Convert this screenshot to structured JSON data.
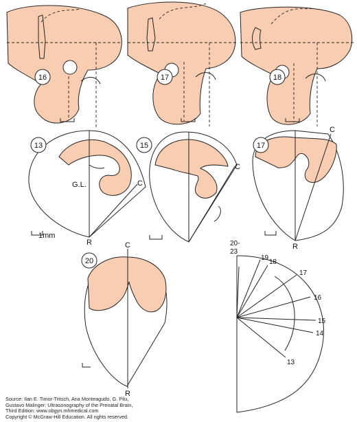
{
  "colors": {
    "tissue": "#f9cdb2",
    "line": "#222222",
    "background": "#ffffff"
  },
  "row1": {
    "stages": [
      "16",
      "17",
      "18"
    ]
  },
  "row2": {
    "stages": [
      "13",
      "15",
      "17"
    ],
    "labels": {
      "gl": "G.L.",
      "c": "C",
      "r": "R",
      "scale": "1mm"
    }
  },
  "row3": {
    "stage": "20",
    "labels": {
      "c": "C",
      "r": "R"
    },
    "ray_diagram": {
      "top_label_1": "20-",
      "top_label_2": "23",
      "rays": [
        "19",
        "18",
        "17",
        "16",
        "15",
        "14",
        "13"
      ]
    }
  },
  "source": {
    "line1": "Source: Ilan E. Timor-Tritsch, Ana Monteagudo, G. Pilu,",
    "line2": "Gustavo Malinger: Ultrasonography of the Prenatal Brain,",
    "line3": "Third Edition: www.obgyn.mhmedical.com",
    "line4": "Copyright © McGraw-Hill Education. All rights reserved."
  }
}
